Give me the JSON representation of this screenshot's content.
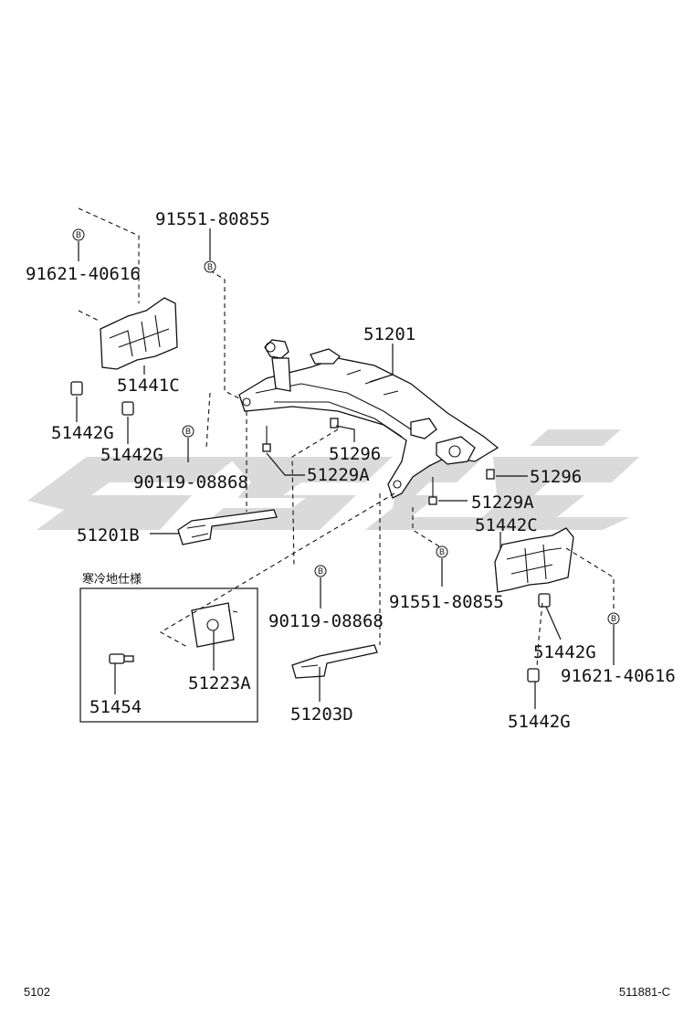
{
  "watermark": {
    "color": "#d6d6d6"
  },
  "parts": {
    "p51201": "51201",
    "p91551_top": "91551-80855",
    "p91621_left": "91621-40616",
    "p51441C": "51441C",
    "p51442G_a": "51442G",
    "p51442G_b": "51442G",
    "p90119_a": "90119-08868",
    "p51296_a": "51296",
    "p51229A_a": "51229A",
    "p51296_b": "51296",
    "p51229A_b": "51229A",
    "p51442C": "51442C",
    "p51201B": "51201B",
    "p91551_bottom": "91551-80855",
    "p90119_b": "90119-08868",
    "p51442G_c": "51442G",
    "p91621_right": "91621-40616",
    "p51442G_d": "51442G",
    "p51223A": "51223A",
    "p51454": "51454",
    "p51203D": "51203D"
  },
  "inset": {
    "title": "寒冷地仕様"
  },
  "marker_letter": "B",
  "footer": {
    "page_code": "5102",
    "figure_code": "511881-C"
  }
}
